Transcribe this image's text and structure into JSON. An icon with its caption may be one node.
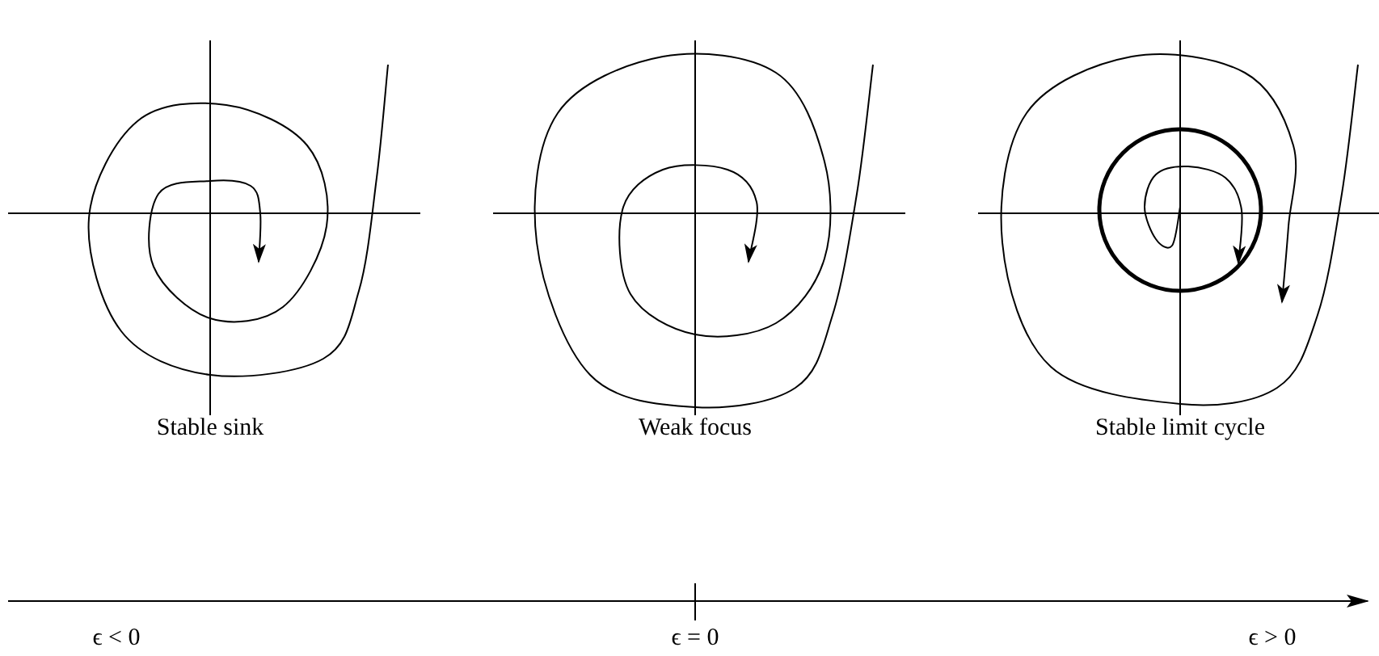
{
  "diagram": {
    "labels": [
      "Stable sink",
      "Weak focus",
      "Stable limit cycle",
      "ϵ < 0",
      "ϵ = 0",
      "ϵ > 0"
    ]
  }
}
